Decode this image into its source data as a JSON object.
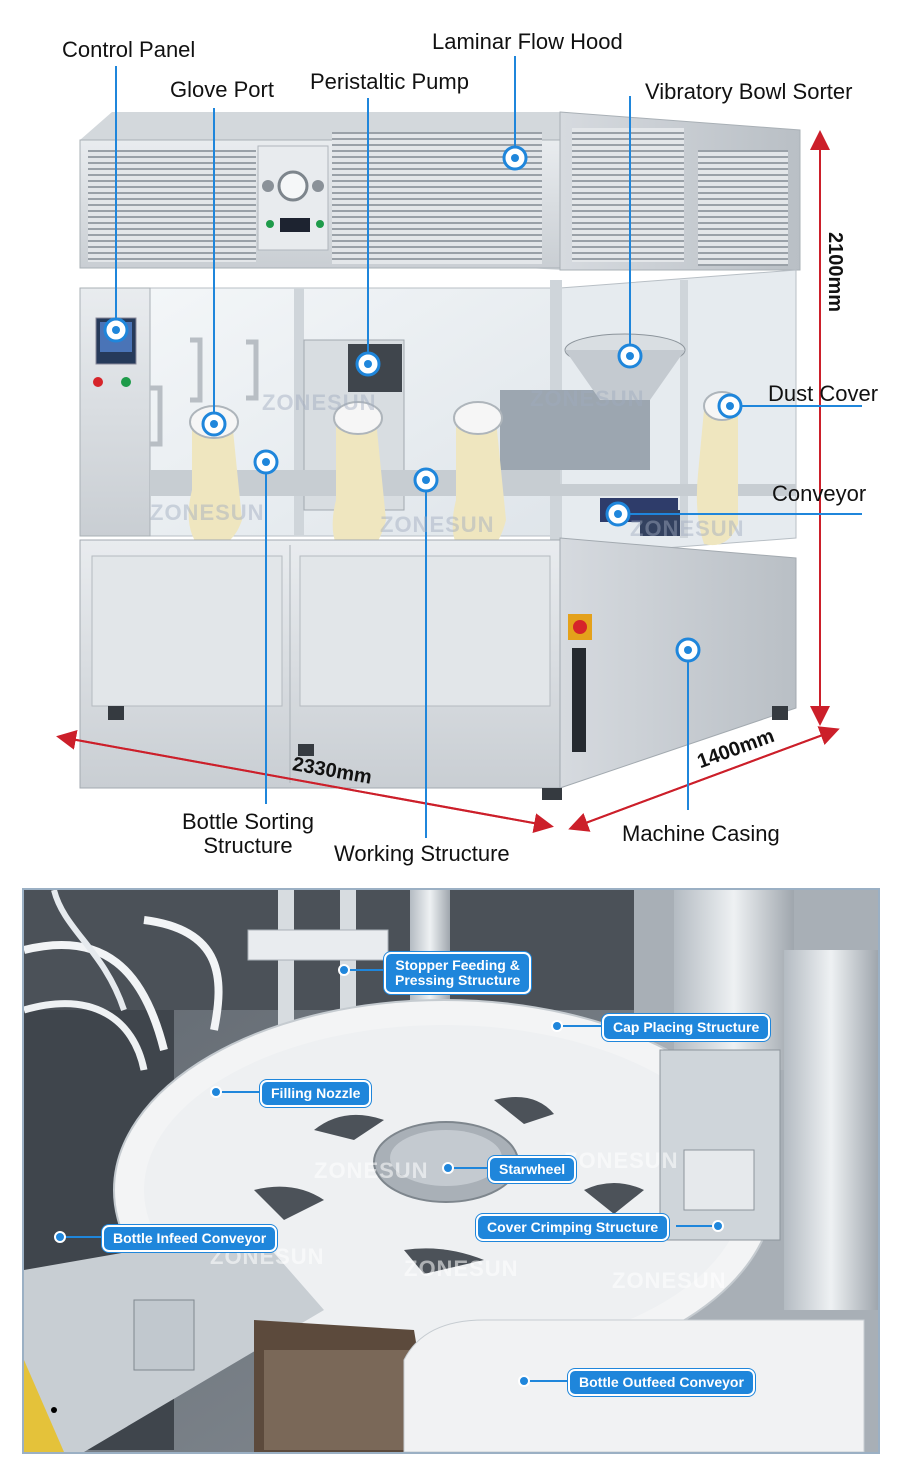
{
  "top": {
    "labels": {
      "control_panel": "Control Panel",
      "laminar_flow_hood": "Laminar Flow Hood",
      "glove_port": "Glove Port",
      "peristaltic_pump": "Peristaltic Pump",
      "vibratory_bowl_sorter": "Vibratory Bowl Sorter",
      "dust_cover": "Dust Cover",
      "conveyor": "Conveyor",
      "bottle_sorting_structure": "Bottle Sorting\nStructure",
      "working_structure": "Working Structure",
      "machine_casing": "Machine Casing"
    },
    "dimensions": {
      "height": "2100mm",
      "length": "2330mm",
      "depth": "1400mm"
    },
    "watermark": "ZONESUN",
    "accent_color": "#1f86db",
    "arrow_color": "#cc1f2a"
  },
  "bottom": {
    "labels": {
      "stopper_feeding": "Stopper Feeding &\nPressing Structure",
      "cap_placing": "Cap Placing Structure",
      "filling_nozzle": "Filling Nozzle",
      "starwheel": "Starwheel",
      "cover_crimping": "Cover Crimping Structure",
      "bottle_infeed": "Bottle Infeed Conveyor",
      "bottle_outfeed": "Bottle Outfeed Conveyor"
    },
    "watermark": "ZONESUN",
    "pill_color": "#1f86db"
  }
}
